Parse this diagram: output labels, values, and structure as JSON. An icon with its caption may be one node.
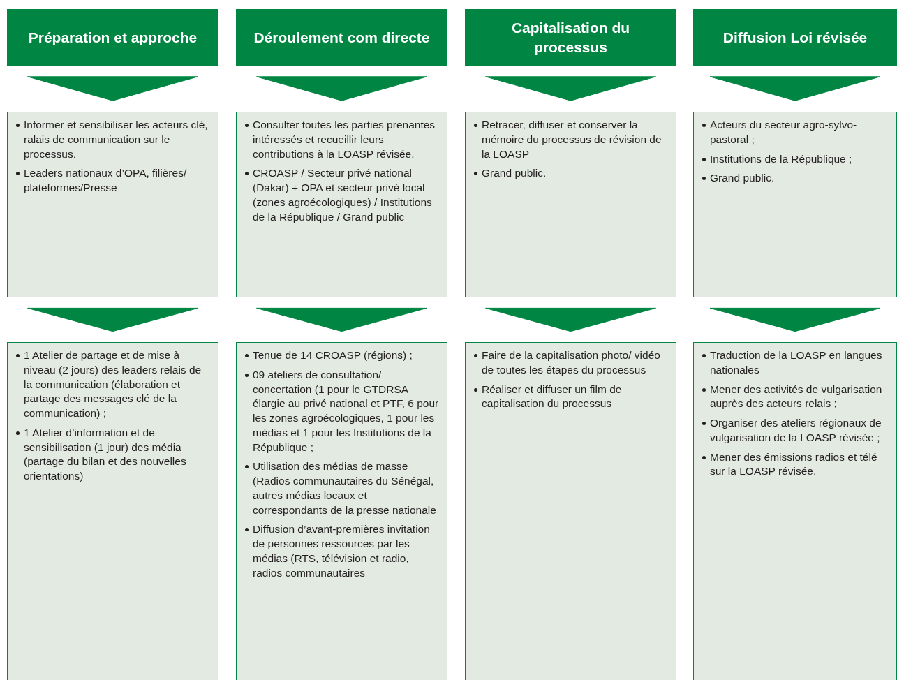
{
  "diagram": {
    "nodes": [
      {
        "text": [
          "Préparation et approche"
        ]
      },
      {
        "text": [
          "Déroulement com directe"
        ]
      },
      {
        "text": [
          "Capitalisation du processus"
        ]
      },
      {
        "text": [
          "Diffusion Loi révisée"
        ]
      },
      {
        "text": [
          "Informer et sensibiliser les acteurs clé, ralais de communication sur le processus.",
          "Leaders nationaux d’OPA, filières/ plateformes/Presse"
        ]
      },
      {
        "text": [
          "Consulter toutes les parties prenantes intéressés et recueillir leurs contributions à la LOASP révisée.",
          "CROASP / Secteur privé national (Dakar) + OPA et secteur privé local (zones agroécologiques) / Institutions de la République / Grand public"
        ]
      },
      {
        "text": [
          "Retracer, diffuser et conserver la mémoire du processus de révision de la LOASP",
          "Grand public."
        ]
      },
      {
        "text": [
          "Acteurs du secteur agro-sylvo-pastoral ;",
          "Institutions de la République ;",
          "Grand public."
        ]
      },
      {
        "text": [
          "1 Atelier de partage et de mise à niveau (2 jours) des leaders relais de la communication (élaboration et partage des messages clé de la communication) ;",
          "1 Atelier d’information et de sensibilisation (1 jour) des média (partage du bilan et des nouvelles orientations)"
        ]
      },
      {
        "text": [
          "Tenue de 14 CROASP (régions) ;",
          "09 ateliers de consultation/ concertation (1 pour le GTDRSA élargie au privé national et PTF, 6 pour les zones agroécologiques, 1 pour les médias et 1 pour les Institutions de la République ;",
          "Utilisation des médias de masse (Radios communautaires du Sénégal, autres médias locaux et correspondants de la presse nationale",
          "Diffusion d’avant-premières invitation de personnes ressources par les médias (RTS, télévision et radio, radios communautaires"
        ]
      },
      {
        "text": [
          "Faire de la capitalisation photo/ vidéo de toutes les étapes du processus",
          "Réaliser et diffuser un film de capitalisation du processus"
        ]
      },
      {
        "text": [
          "Traduction de la LOASP en langues nationales",
          "Mener des activités de vulgarisation auprès des acteurs relais ;",
          "Organiser des ateliers régionaux de vulgarisation de la LOASP révisée ;",
          "Mener des émissions radios et télé sur la LOASP révisée."
        ]
      }
    ],
    "edges": [
      {
        "from": 0,
        "to": 4,
        "arrow": "to"
      },
      {
        "from": 1,
        "to": 5,
        "arrow": "to"
      },
      {
        "from": 2,
        "to": 6,
        "arrow": "to"
      },
      {
        "from": 3,
        "to": 7,
        "arrow": "to"
      },
      {
        "from": 4,
        "to": 8,
        "arrow": "to"
      },
      {
        "from": 5,
        "to": 9,
        "arrow": "to"
      },
      {
        "from": 6,
        "to": 10,
        "arrow": "to"
      },
      {
        "from": 7,
        "to": 11,
        "arrow": "to"
      }
    ]
  }
}
